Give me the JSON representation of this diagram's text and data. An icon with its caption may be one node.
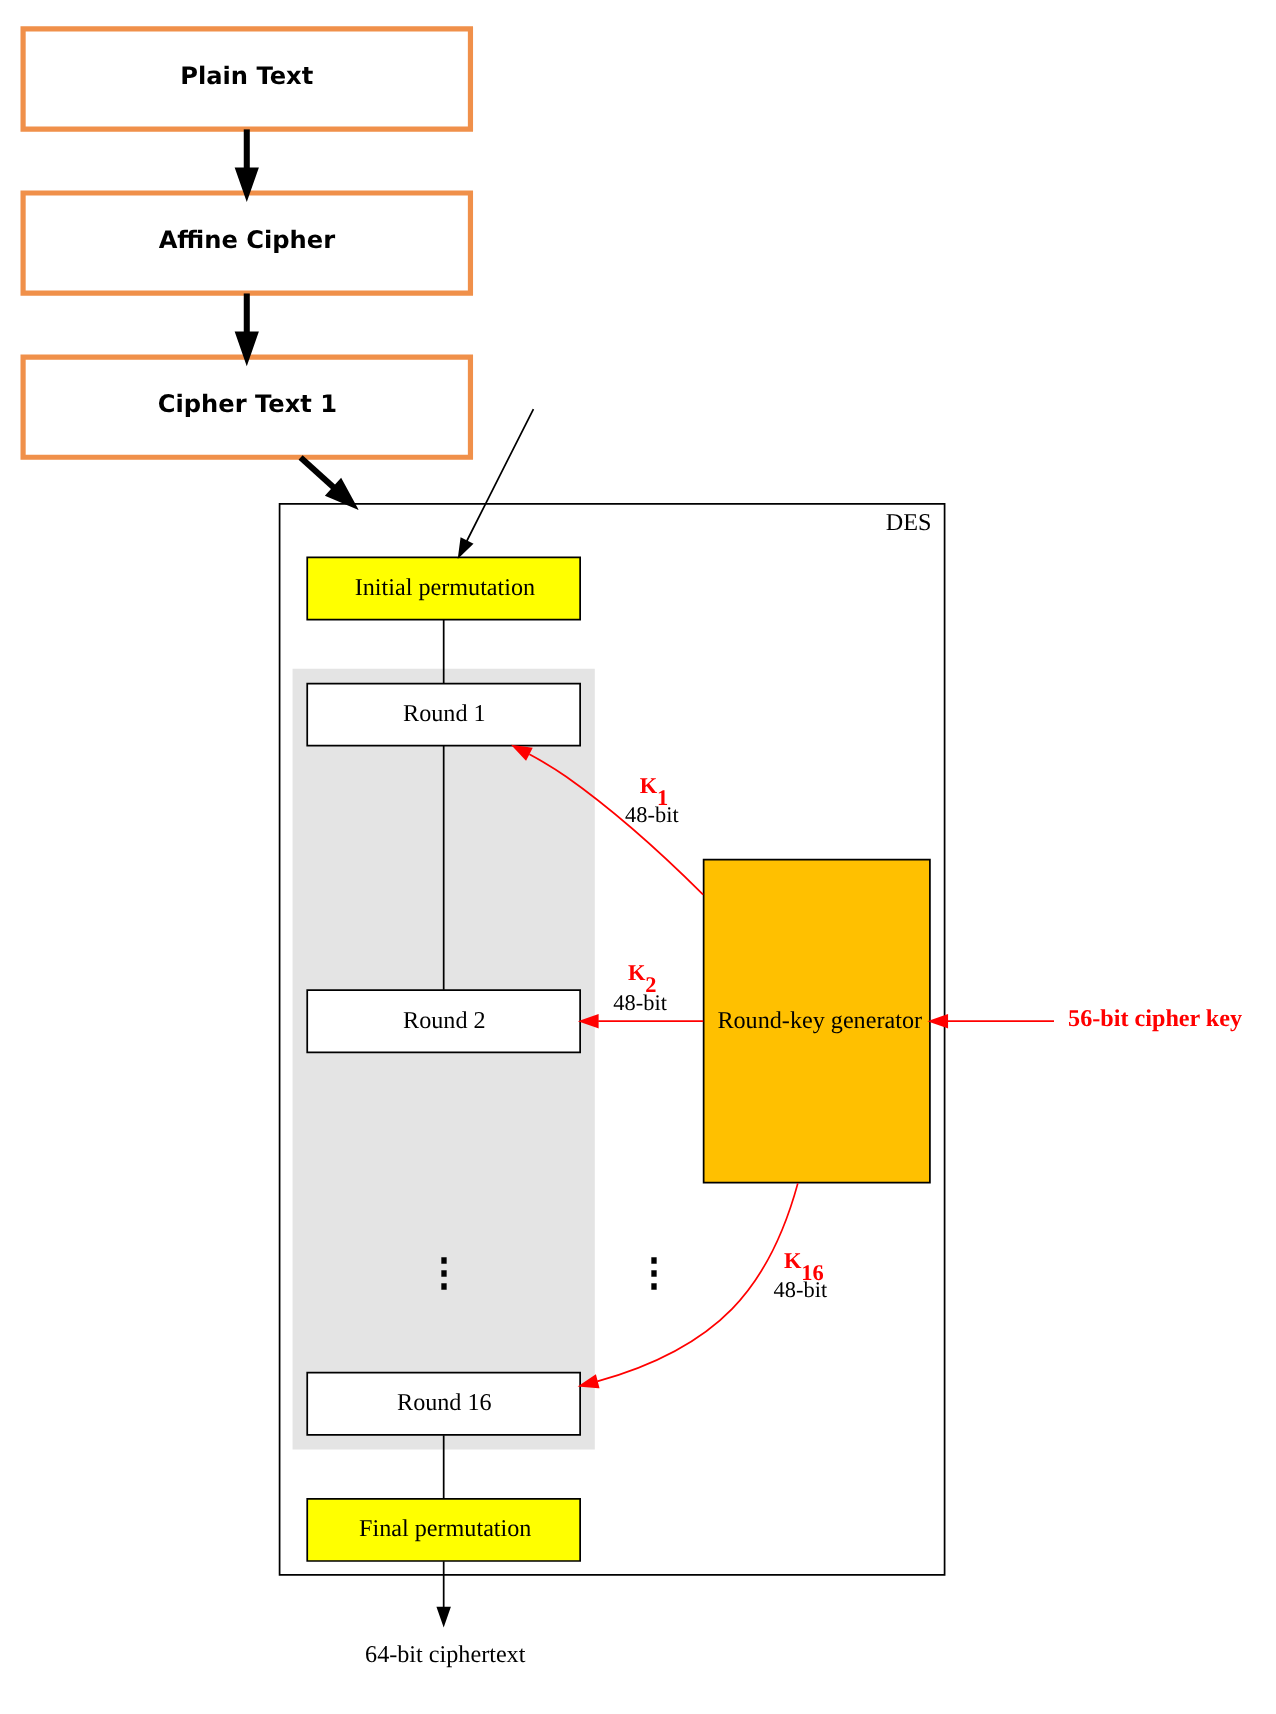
{
  "diagram": {
    "nodes": [
      {
        "text": [
          "Plain Text"
        ]
      },
      {
        "text": [
          "Affine Cipher"
        ]
      },
      {
        "text": [
          "Cipher Text 1"
        ]
      },
      {
        "text": [
          "DES"
        ]
      },
      {
        "text": [
          "Initial permutation"
        ],
        "in": 3
      },
      {
        "text": [],
        "shape": "box",
        "in": 3
      },
      {
        "text": [
          "Round 1"
        ],
        "in": 5
      },
      {
        "text": [
          "Round 2"
        ],
        "in": 5
      },
      {
        "text": [
          "Round 16"
        ],
        "in": 5
      },
      {
        "text": [
          "Final permutation"
        ],
        "in": 3
      },
      {
        "text": [
          "Round-key generator"
        ],
        "in": 3
      },
      {
        "text": [
          "56-bit cipher key"
        ]
      },
      {
        "text": [
          "64-bit ciphertext"
        ]
      }
    ],
    "edges": [
      {
        "from": 0,
        "to": 1,
        "arrow": "to",
        "style": "thick"
      },
      {
        "from": 1,
        "to": 2,
        "arrow": "to",
        "style": "thick"
      },
      {
        "from": 2,
        "to": 3,
        "arrow": "to",
        "style": "thick"
      },
      {
        "from": null,
        "to": 4,
        "arrow": "to"
      },
      {
        "from": 4,
        "to": 6,
        "arrow": "none"
      },
      {
        "from": 6,
        "to": 7,
        "arrow": "none"
      },
      {
        "from": 8,
        "to": 9,
        "arrow": "none"
      },
      {
        "from": 9,
        "to": 12,
        "arrow": "to"
      },
      {
        "from": 10,
        "to": 6,
        "arrow": "to",
        "label": "K$_{1}$ 48-bit",
        "color": "#ff0000"
      },
      {
        "from": 10,
        "to": 7,
        "arrow": "to",
        "label": "K$_{2}$ 48-bit",
        "color": "#ff0000"
      },
      {
        "from": 10,
        "to": 8,
        "arrow": "to",
        "label": "K$_{16}$ 48-bit",
        "color": "#ff0000"
      },
      {
        "from": 11,
        "to": 10,
        "arrow": "to",
        "color": "#ff0000"
      }
    ],
    "labels": [
      "⋮",
      "⋮"
    ]
  }
}
